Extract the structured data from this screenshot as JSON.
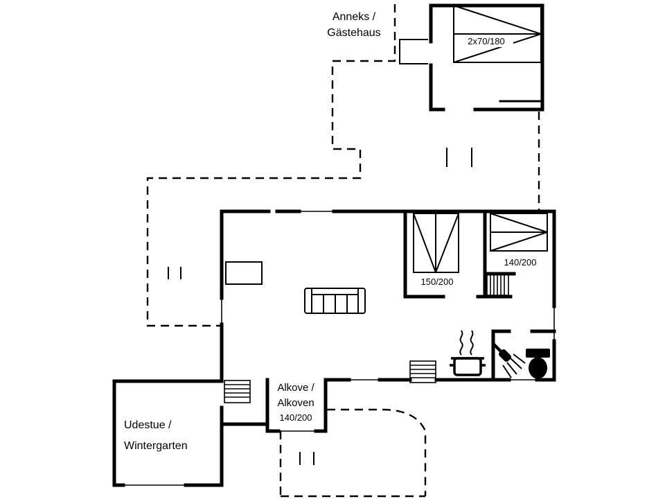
{
  "rooms": {
    "annex": {
      "label_line1": "Anneks /",
      "label_line2": "Gästehaus",
      "bed_size": "2x70/180"
    },
    "bedroom_1": {
      "bed_size": "150/200"
    },
    "bedroom_2": {
      "bed_size": "140/200"
    },
    "alcove": {
      "label_line1": "Alkove /",
      "label_line2": "Alkoven",
      "bed_size": "140/200"
    },
    "wintergarden": {
      "label_line1": "Udestue /",
      "label_line2": "Wintergarten"
    }
  },
  "icons": {
    "annex_bed": "double-bed-top-view",
    "bedroom_1_bed": "double-bed-top-view",
    "bedroom_2_bed": "double-bed-top-view",
    "living_room": "sofa-top-view",
    "stairs": "stairs-hatched",
    "kitchen": "cooking-pot-with-steam",
    "bathroom_shower": "shower-head-with-spray",
    "bathroom_toilet": "toilet-top-view",
    "terrace": "dashed-outline",
    "steps": "step-tick-marks"
  },
  "colors": {
    "wall": "#000000",
    "text": "#000000",
    "background": "#ffffff"
  }
}
